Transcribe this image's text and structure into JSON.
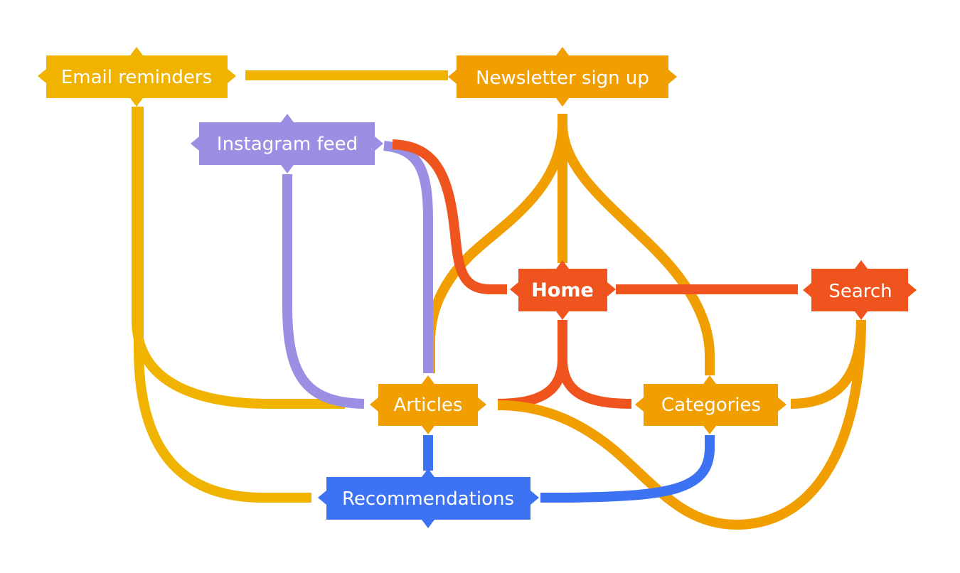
{
  "colors": {
    "gold": "#F0B400",
    "orange": "#F09E00",
    "red": "#F0541E",
    "purple": "#9A8FE2",
    "blue": "#3D72F2"
  },
  "nodes": {
    "email_reminders": {
      "label": "Email reminders",
      "color": "#F0B400"
    },
    "newsletter_sign_up": {
      "label": "Newsletter sign up",
      "color": "#F09E00"
    },
    "instagram_feed": {
      "label": "Instagram feed",
      "color": "#9A8FE2"
    },
    "home": {
      "label": "Home",
      "color": "#F0541E"
    },
    "search": {
      "label": "Search",
      "color": "#F0541E"
    },
    "articles": {
      "label": "Articles",
      "color": "#F09E00"
    },
    "categories": {
      "label": "Categories",
      "color": "#F09E00"
    },
    "recommendations": {
      "label": "Recommendations",
      "color": "#3D72F2"
    }
  },
  "edges": [
    {
      "from": "Newsletter sign up",
      "to": "Email reminders",
      "color": "#F0B400"
    },
    {
      "from": "Email reminders",
      "to": "Articles",
      "color": "#F0B400"
    },
    {
      "from": "Email reminders",
      "to": "Recommendations",
      "color": "#F0B400"
    },
    {
      "from": "Newsletter sign up",
      "to": "Home",
      "color": "#F09E00"
    },
    {
      "from": "Newsletter sign up",
      "to": "Articles",
      "color": "#F09E00"
    },
    {
      "from": "Newsletter sign up",
      "to": "Categories",
      "color": "#F09E00"
    },
    {
      "from": "Home",
      "to": "Instagram feed",
      "color": "#F0541E"
    },
    {
      "from": "Home",
      "to": "Search",
      "color": "#F0541E"
    },
    {
      "from": "Home",
      "to": "Articles",
      "color": "#F0541E"
    },
    {
      "from": "Home",
      "to": "Categories",
      "color": "#F0541E"
    },
    {
      "from": "Instagram feed",
      "to": "Articles",
      "color": "#9A8FE2"
    },
    {
      "from": "Search",
      "to": "Categories",
      "color": "#F09E00"
    },
    {
      "from": "Search",
      "to": "Articles",
      "color": "#F09E00"
    },
    {
      "from": "Recommendations",
      "to": "Articles",
      "color": "#3D72F2"
    },
    {
      "from": "Recommendations",
      "to": "Categories",
      "color": "#3D72F2"
    }
  ]
}
